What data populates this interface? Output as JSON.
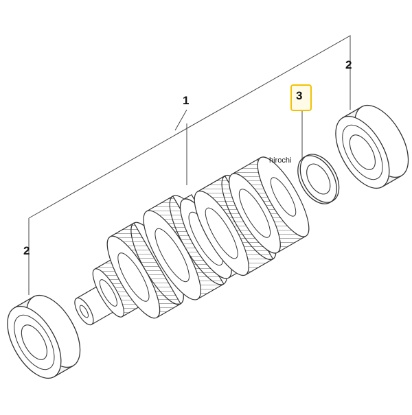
{
  "callouts": {
    "shaft_label": "1",
    "bearing_top_label": "2",
    "bearing_bottom_label": "2",
    "washer_label": "3"
  },
  "highlight_color": "#f2c200",
  "watermark": "hirochi",
  "parts": [
    {
      "name": "shaft-assembly-icon",
      "callout": "1"
    },
    {
      "name": "ball-bearing-icon",
      "callout": "2"
    },
    {
      "name": "thrust-washer-icon",
      "callout": "3"
    }
  ]
}
